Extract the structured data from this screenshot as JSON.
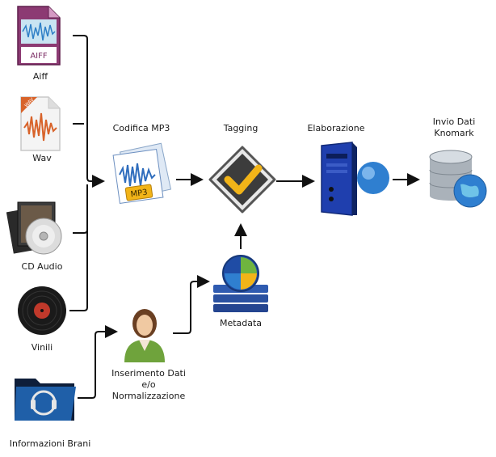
{
  "sources": {
    "aiff": {
      "label": "Aiff",
      "badge": "AIFF"
    },
    "wav": {
      "label": "Wav",
      "badge": "WAV"
    },
    "cd_audio": {
      "label": "CD Audio"
    },
    "vinili": {
      "label": "Vinili"
    },
    "info_brani": {
      "label": "Informazioni Brani"
    }
  },
  "steps": {
    "codifica": {
      "label": "Codifica MP3",
      "badge": "MP3"
    },
    "tagging": {
      "label": "Tagging"
    },
    "elaborazione": {
      "label": "Elaborazione"
    },
    "invio": {
      "label_line1": "Invio Dati",
      "label_line2": "Knomark"
    },
    "metadata": {
      "label": "Metadata"
    },
    "inserimento": {
      "label_line1": "Inserimento Dati",
      "label_line2": "e/o",
      "label_line3": "Normalizzazione"
    }
  },
  "colors": {
    "aiff_purple": "#7a2a63",
    "wav_orange": "#d8632a",
    "tag_yellow": "#f2b418",
    "server_blue": "#1f3fae",
    "db_gray": "#9aa3ab",
    "globe_blue": "#2f7fd0",
    "person_green": "#6fa33c"
  },
  "icons": [
    "aiff-file-icon",
    "wav-file-icon",
    "cd-audio-icon",
    "vinyl-icon",
    "music-folder-icon",
    "mp3-encoding-icon",
    "tagging-check-icon",
    "server-icon",
    "database-globe-icon",
    "metadata-icon",
    "person-icon"
  ]
}
